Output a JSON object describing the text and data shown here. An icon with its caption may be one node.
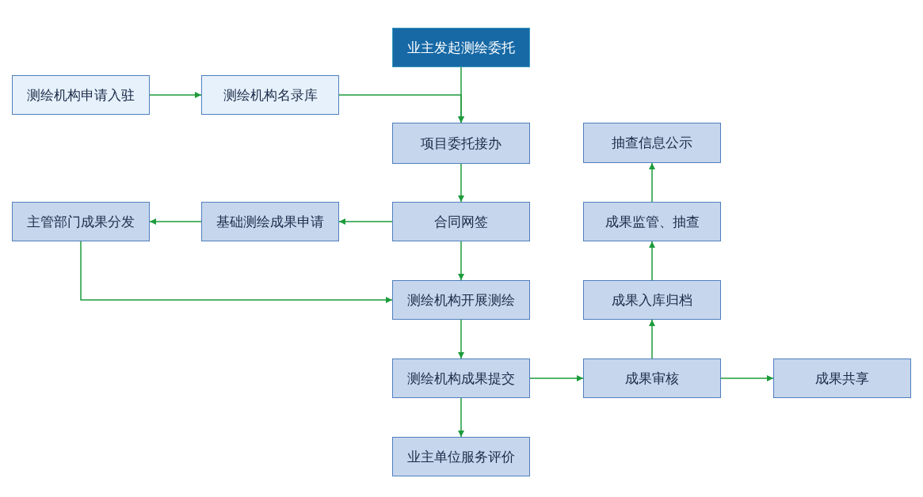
{
  "diagram": {
    "nodes": [
      {
        "text": [
          "业主发起测绘委托"
        ]
      },
      {
        "text": [
          "测绘机构申请入驻"
        ]
      },
      {
        "text": [
          "测绘机构名录库"
        ]
      },
      {
        "text": [
          "项目委托接办"
        ]
      },
      {
        "text": [
          "抽查信息公示"
        ]
      },
      {
        "text": [
          "主管部门成果分发"
        ]
      },
      {
        "text": [
          "基础测绘成果申请"
        ]
      },
      {
        "text": [
          "合同网签"
        ]
      },
      {
        "text": [
          "成果监管、抽查"
        ]
      },
      {
        "text": [
          "测绘机构开展测绘"
        ]
      },
      {
        "text": [
          "成果入库归档"
        ]
      },
      {
        "text": [
          "测绘机构成果提交"
        ]
      },
      {
        "text": [
          "成果审核"
        ]
      },
      {
        "text": [
          "成果共享"
        ]
      },
      {
        "text": [
          "业主单位服务评价"
        ]
      }
    ],
    "edges": [
      {
        "from": 0,
        "to": 3,
        "arrow": "to"
      },
      {
        "from": 1,
        "to": 2,
        "arrow": "to"
      },
      {
        "from": 2,
        "to": 3,
        "arrow": "to"
      },
      {
        "from": 3,
        "to": 7,
        "arrow": "to"
      },
      {
        "from": 7,
        "to": 6,
        "arrow": "to"
      },
      {
        "from": 6,
        "to": 5,
        "arrow": "to"
      },
      {
        "from": 5,
        "to": 9,
        "arrow": "to"
      },
      {
        "from": 7,
        "to": 9,
        "arrow": "to"
      },
      {
        "from": 9,
        "to": 11,
        "arrow": "to"
      },
      {
        "from": 11,
        "to": 12,
        "arrow": "to"
      },
      {
        "from": 11,
        "to": 14,
        "arrow": "to"
      },
      {
        "from": 12,
        "to": 13,
        "arrow": "to"
      },
      {
        "from": 12,
        "to": 10,
        "arrow": "to"
      },
      {
        "from": 10,
        "to": 8,
        "arrow": "to"
      },
      {
        "from": 8,
        "to": 4,
        "arrow": "to"
      }
    ]
  }
}
